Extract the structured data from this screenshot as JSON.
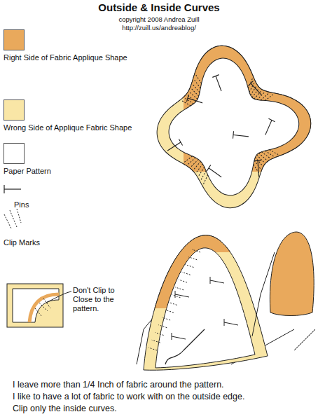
{
  "diagram": {
    "title": "Outside & Inside Curves",
    "labels": [
      "copyright 2008 Andrea Zuill",
      "http://zuill.us/andreablog/",
      "Don't Clip to Close to the pattern.",
      "I leave more than 1/4 Inch of fabric around the pattern.",
      "I like to have a lot of fabric to work with on the outside edge.",
      "Clip only the inside curves."
    ],
    "legend": [
      {
        "text": "Right Side of Fabric Applique Shape",
        "color": "#e9a95c"
      },
      {
        "text": "Wrong Side of Applique Fabric Shape",
        "color": "#f9e6a6"
      },
      {
        "text": "Paper Pattern",
        "color": "#ffffff"
      },
      {
        "text": "Pins"
      },
      {
        "text": "Clip Marks"
      }
    ]
  }
}
